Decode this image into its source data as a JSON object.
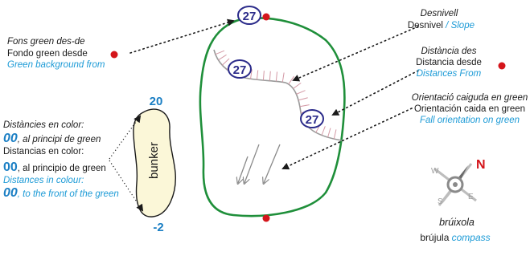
{
  "badge_number": "27",
  "fons": {
    "cat": "Fons green des-de",
    "es": "Fondo green desde",
    "en": "Green background from"
  },
  "desnivell": {
    "cat": "Desnivell",
    "es": "Desnivel",
    "sep": "/",
    "en": "Slope"
  },
  "distancia": {
    "cat": "Distància des",
    "es": "Distancia desde",
    "en": "Distances From"
  },
  "orientacio": {
    "cat": "Orientació caiguda en green",
    "es": "Orientación caida en green",
    "en": "Fall orientation on green"
  },
  "distancies_color": {
    "cat_head": "Distàncies en color:",
    "cat_num": "00",
    "cat_rest": ", al principi de green",
    "es_head": "Distancias en color:",
    "es_num": "00",
    "es_rest": ", al principio de green",
    "en_head": "Distances in colour:",
    "en_num": "00",
    "en_rest": ", to the front of the green"
  },
  "bunker": {
    "label": "bunker",
    "top_value": "20",
    "bottom_value": "-2"
  },
  "compass": {
    "cat": "brúixola",
    "es": "brújula",
    "en": "compass",
    "n": "N",
    "e": "E",
    "s": "S",
    "w": "W"
  },
  "colors": {
    "green_outline": "#1f8f3a",
    "accent_blue": "#1b7fc4",
    "marker_red": "#d4151b",
    "bunker_fill": "#fbf7d8",
    "badge_navy": "#2b2b8a"
  }
}
